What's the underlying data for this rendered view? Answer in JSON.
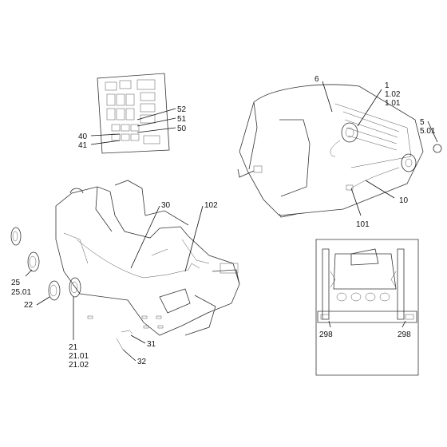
{
  "callouts": {
    "c1": "1",
    "c1_02": "1.02",
    "c1_01": "1.01",
    "c6": "6",
    "c5": "5",
    "c5_01": "5.01",
    "c10": "10",
    "c101": "101",
    "c52": "52",
    "c51": "51",
    "c50": "50",
    "c40": "40",
    "c41": "41",
    "c30": "30",
    "c102": "102",
    "c25": "25",
    "c25_01": "25.01",
    "c22": "22",
    "c21": "21",
    "c21_01": "21.01",
    "c21_02": "21.02",
    "c31": "31",
    "c32": "32",
    "c298a": "298",
    "c298b": "298"
  }
}
